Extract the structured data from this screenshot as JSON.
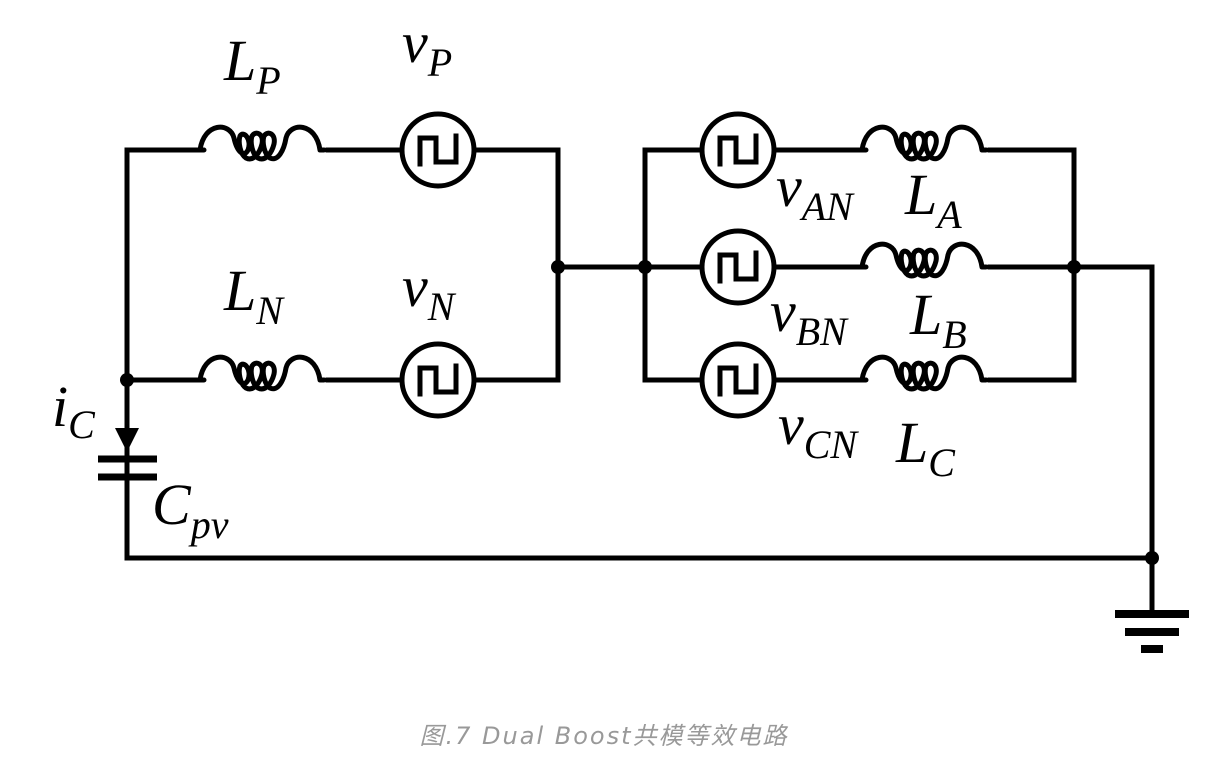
{
  "figure": {
    "title": "Dual Boost common-mode equivalent circuit",
    "caption": "图.7 Dual Boost共模等效电路"
  },
  "components": {
    "inductors": [
      {
        "id": "LP",
        "main": "L",
        "sub": "P"
      },
      {
        "id": "LN",
        "main": "L",
        "sub": "N"
      },
      {
        "id": "LA",
        "main": "L",
        "sub": "A"
      },
      {
        "id": "LB",
        "main": "L",
        "sub": "B"
      },
      {
        "id": "LC",
        "main": "L",
        "sub": "C"
      }
    ],
    "sources": [
      {
        "id": "vP",
        "main": "v",
        "sub": "P",
        "type": "square-wave"
      },
      {
        "id": "vN",
        "main": "v",
        "sub": "N",
        "type": "square-wave"
      },
      {
        "id": "vAN",
        "main": "v",
        "sub": "AN",
        "type": "square-wave"
      },
      {
        "id": "vBN",
        "main": "v",
        "sub": "BN",
        "type": "square-wave"
      },
      {
        "id": "vCN",
        "main": "v",
        "sub": "CN",
        "type": "square-wave"
      }
    ],
    "capacitor": {
      "id": "Cpv",
      "main": "C",
      "sub": "pv"
    },
    "current": {
      "id": "iC",
      "main": "i",
      "sub": "C",
      "direction": "down"
    },
    "ground": {
      "id": "gnd"
    }
  }
}
